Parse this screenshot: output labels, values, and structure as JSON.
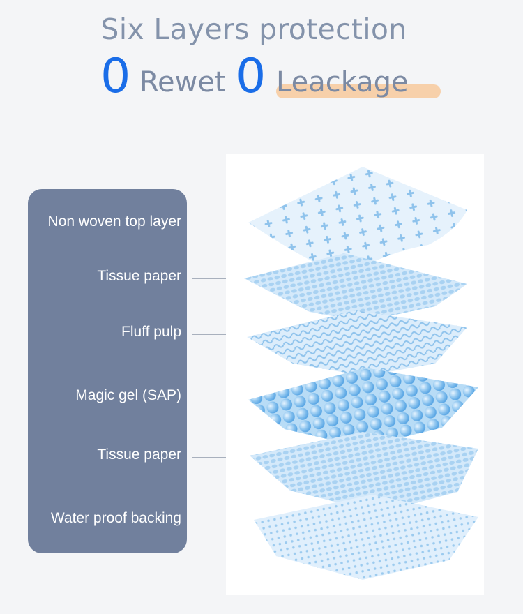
{
  "header": {
    "title": "Six Layers protection",
    "zero_1": "0",
    "word_1": "Rewet",
    "zero_2": "0",
    "word_2": "Leackage"
  },
  "layers": [
    {
      "label": "Non woven top layer"
    },
    {
      "label": "Tissue paper"
    },
    {
      "label": "Fluff pulp"
    },
    {
      "label": "Magic gel (SAP)"
    },
    {
      "label": "Tissue paper"
    },
    {
      "label": "Water proof backing"
    }
  ],
  "colors": {
    "accent_blue": "#1a6de8",
    "panel": "#71809d",
    "highlight": "#f7c99c",
    "layer_blue": "#8fc3ec"
  }
}
